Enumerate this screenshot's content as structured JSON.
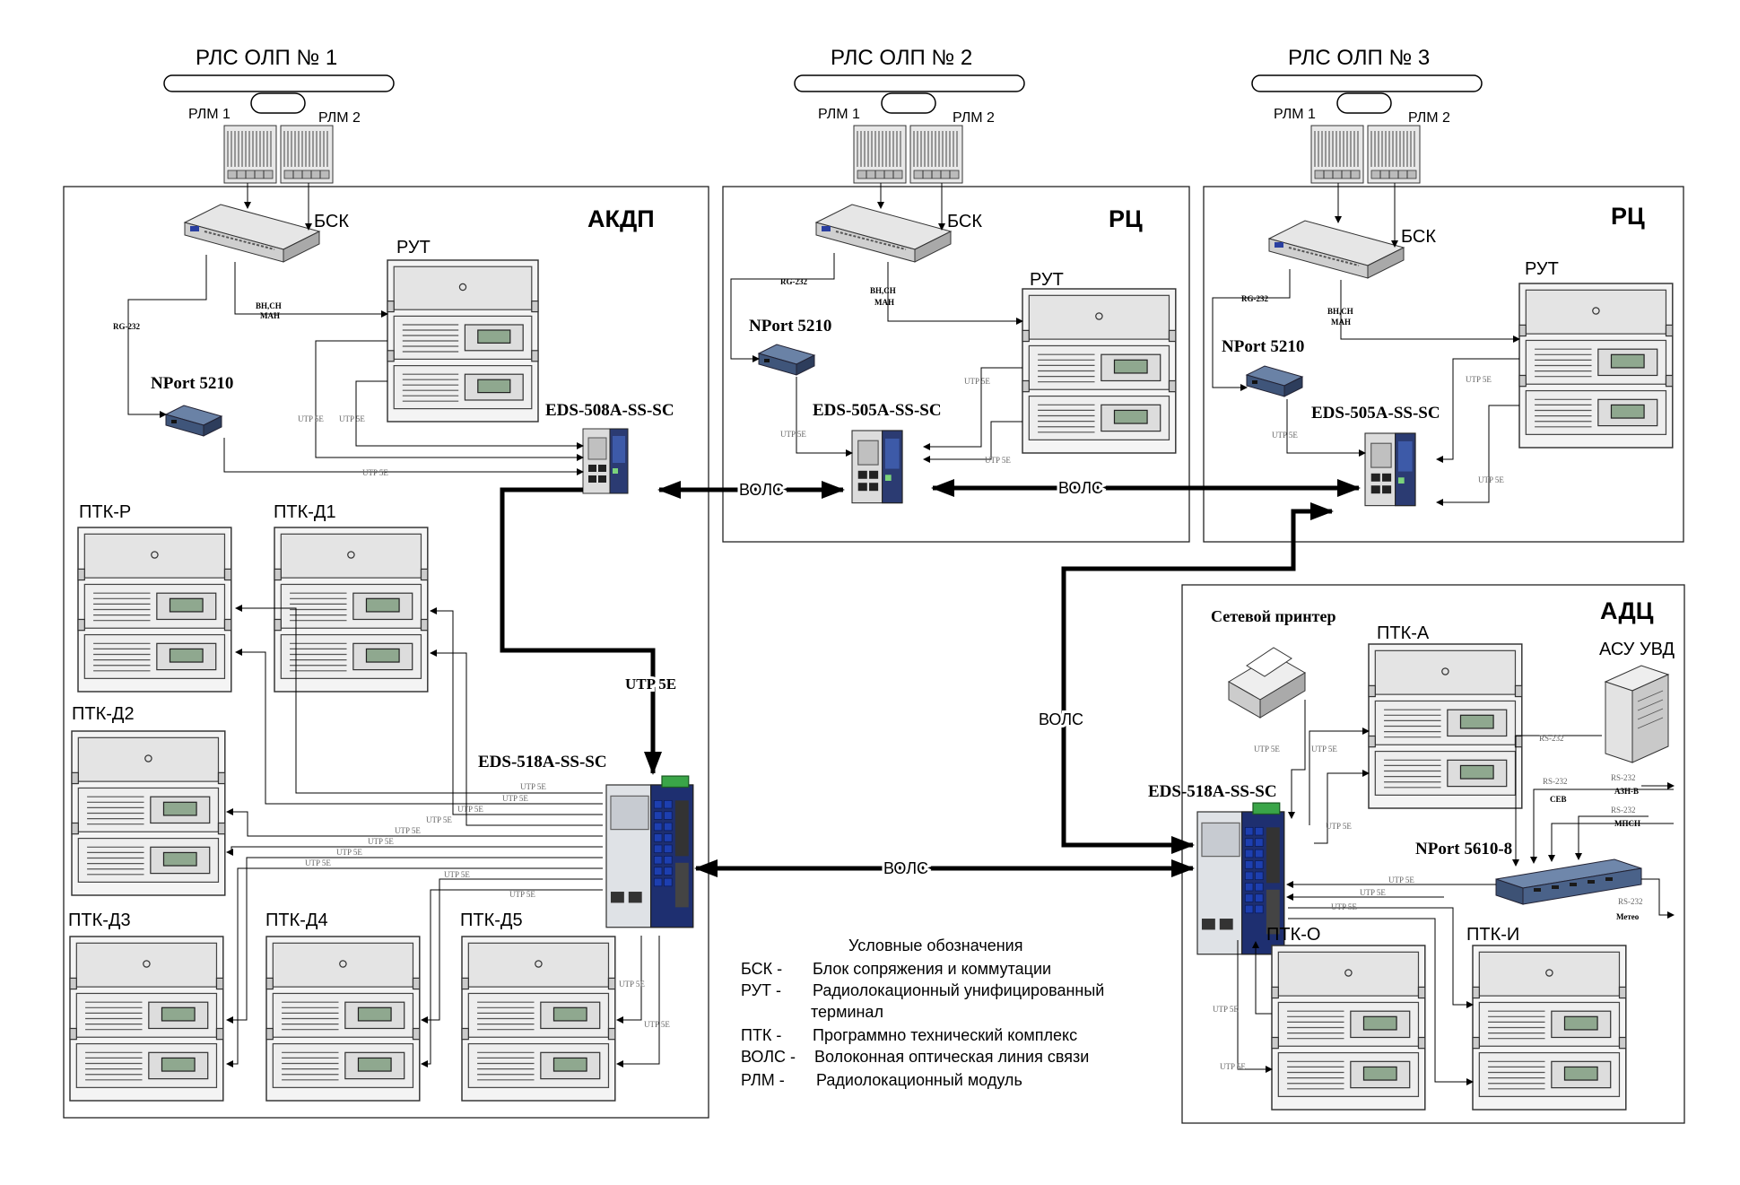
{
  "radars": [
    {
      "title": "РЛС ОЛП № 1",
      "rlm1": "РЛМ 1",
      "rlm2": "РЛМ 2"
    },
    {
      "title": "РЛС ОЛП № 2",
      "rlm1": "РЛМ 1",
      "rlm2": "РЛМ 2"
    },
    {
      "title": "РЛС ОЛП № 3",
      "rlm1": "РЛМ 1",
      "rlm2": "РЛМ 2"
    }
  ],
  "zones": {
    "akdp": "АКДП",
    "rc1": "РЦ",
    "rc2": "РЦ",
    "adc": "АДЦ"
  },
  "devices": {
    "bsk": "БСК",
    "rut": "РУТ",
    "nport": "NPort 5210",
    "nport5610": "NPort 5610-8",
    "eds508": "EDS-508A-SS-SC",
    "eds505": "EDS-505A-SS-SC",
    "eds518": "EDS-518A-SS-SC",
    "printer": "Сетевой принтер",
    "asu": "АСУ УВД"
  },
  "ptk": {
    "r": "ПТК-Р",
    "d1": "ПТК-Д1",
    "d2": "ПТК-Д2",
    "d3": "ПТК-Д3",
    "d4": "ПТК-Д4",
    "d5": "ПТК-Д5",
    "a": "ПТК-А",
    "o": "ПТК-О",
    "i": "ПТК-И"
  },
  "links": {
    "vols": "ВОЛС",
    "utp": "UTP 5E",
    "rs232": "RS-232",
    "rs232b": "RG-232",
    "vhsh": "ВН,СН",
    "man": "МАН",
    "ceb": "СЕВ",
    "aznv": "АЗН-В",
    "mpsn": "МПСН",
    "meteo": "Метео"
  },
  "legend": {
    "title": "Условные обозначения",
    "items": [
      {
        "abbr": "БСК -",
        "text": "Блок сопряжения и коммутации"
      },
      {
        "abbr": "РУТ -",
        "text": "Радиолокационный унифицированный"
      },
      {
        "abbr": "",
        "text": "терминал"
      },
      {
        "abbr": "ПТК -",
        "text": "Программно технический комплекс"
      },
      {
        "abbr": "ВОЛС -",
        "text": "Волоконная оптическая линия связи"
      },
      {
        "abbr": "РЛМ -",
        "text": "Радиолокационный модуль"
      }
    ]
  }
}
